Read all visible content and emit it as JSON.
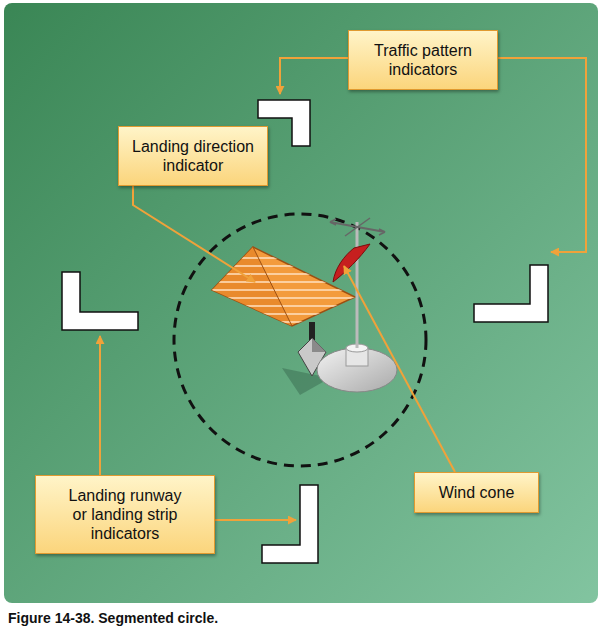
{
  "diagram": {
    "caption": "Figure 14-38. Segmented circle.",
    "nodes": [
      {
        "text": [
          "Traffic pattern indicators"
        ]
      },
      {
        "text": [
          "Landing direction indicator"
        ]
      },
      {
        "text": [
          "Landing runway or landing strip indicators"
        ]
      },
      {
        "text": [
          "Wind cone"
        ]
      }
    ]
  }
}
